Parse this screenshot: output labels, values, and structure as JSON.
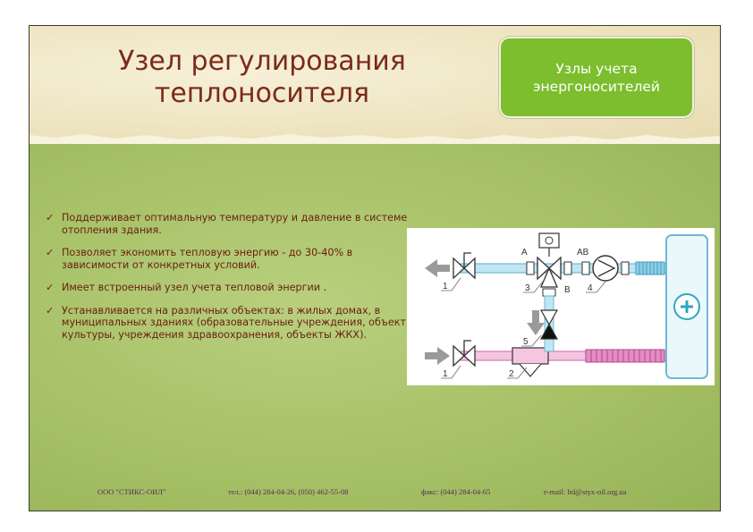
{
  "slide": {
    "title": "Узел регулирования теплоносителя",
    "nav_button": "Узлы учета энергоносителей",
    "bullets": [
      "Поддерживает оптимальную температуру и давление в системе отопления здания.",
      "Позволяет экономить тепловую энергию - до 30-40% в зависимости от конкретных условий.",
      "Имеет встроенный узел учета тепловой энергии .",
      "Устанавливается на различных объектах: в жилых домах, в муниципальных зданиях (образовательные учреждения, объекты культуры, учреждения здравоохранения, объекты ЖКХ)."
    ],
    "diagram": {
      "labels": [
        "1",
        "1",
        "2",
        "3",
        "4",
        "5"
      ],
      "ports": [
        "A",
        "AB",
        "B"
      ]
    },
    "footer": {
      "company": "ООО \"СТИКС-ОИЛ\"",
      "phone": "тел.: (044)  284-04-26, (050) 462-55-08",
      "fax": "факс: (044) 284-04-65",
      "email": "e-mail: ltd@styx-oil.org.ua"
    }
  }
}
